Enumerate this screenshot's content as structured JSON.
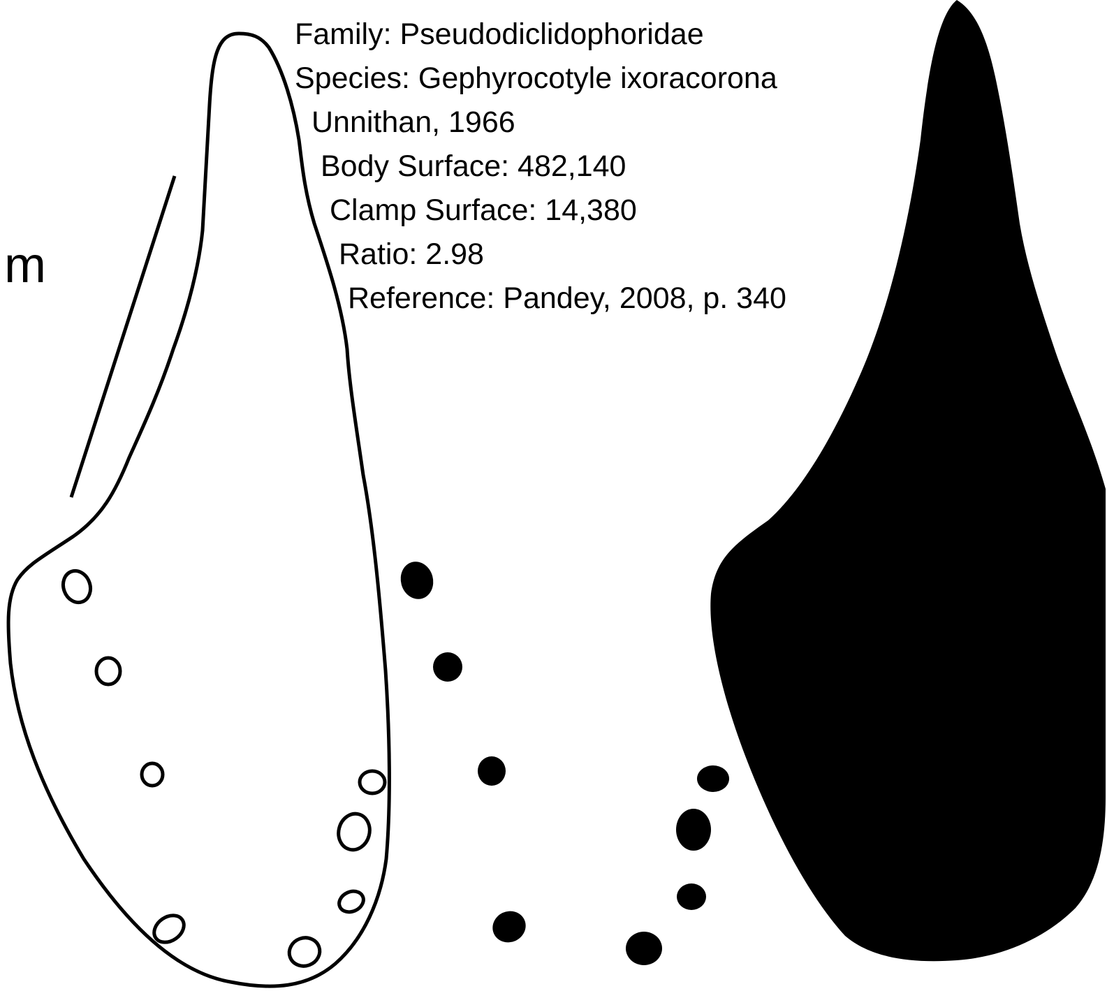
{
  "info": {
    "family": "Family: Pseudodiclidophoridae",
    "species": "Species: Gephyrocotyle ixoracorona",
    "author": "Unnithan, 1966",
    "body_surface": "Body Surface: 482,140",
    "clamp_surface": "Clamp Surface: 14,380",
    "ratio": "Ratio: 2.98",
    "reference": "Reference: Pandey, 2008, p. 340"
  },
  "scale_bar": {
    "unit_label": "m"
  },
  "colors": {
    "background": "#ffffff",
    "ink": "#000000"
  }
}
